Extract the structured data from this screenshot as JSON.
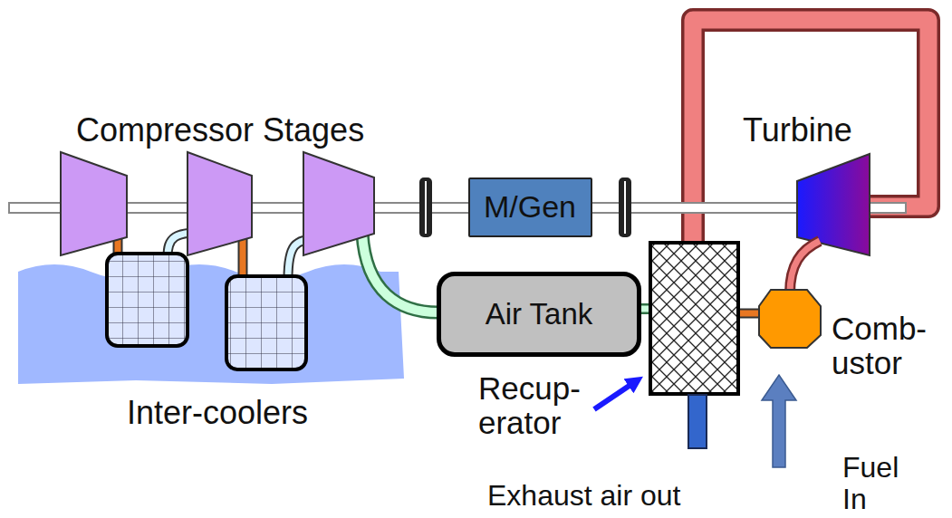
{
  "diagram": {
    "nodes": [
      {
        "text": [
          "M/Gen"
        ]
      },
      {
        "text": [
          "Air Tank"
        ]
      }
    ],
    "labels": [
      "Compressor Stages",
      "Turbine",
      "Inter-coolers",
      "Recup- erator",
      "Comb- ustor",
      "Exhaust air out",
      "Fuel In"
    ]
  }
}
